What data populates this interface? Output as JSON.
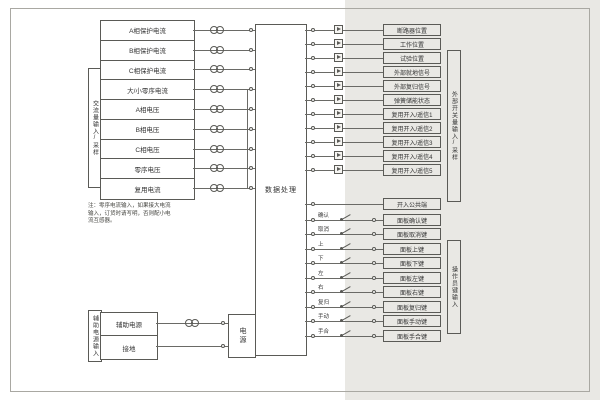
{
  "analog": {
    "group_label": "交流量输入/采样",
    "rows": [
      "A相保护电流",
      "B相保护电流",
      "C相保护电流",
      "大/小零序电流",
      "A相电压",
      "B相电压",
      "C相电压",
      "零序电压",
      "复用电流"
    ]
  },
  "processor": {
    "label": "数据处理"
  },
  "digital": {
    "group_label": "外部开关量输入/采样",
    "rows": [
      "断路器位置",
      "工作位置",
      "试验位置",
      "外部就地信号",
      "外部复归信号",
      "弹簧储能状态",
      "复用开入/遥信1",
      "复用开入/遥信2",
      "复用开入/遥信3",
      "复用开入/遥信4",
      "复用开入/遥信5"
    ],
    "common": "开入公共端"
  },
  "keys": {
    "group_label": "操作员键输入",
    "rows": [
      {
        "key": "确认",
        "panel": "面板确认键"
      },
      {
        "key": "取消",
        "panel": "面板取消键"
      },
      {
        "key": "上",
        "panel": "面板上键"
      },
      {
        "key": "下",
        "panel": "面板下键"
      },
      {
        "key": "左",
        "panel": "面板左键"
      },
      {
        "key": "右",
        "panel": "面板右键"
      },
      {
        "key": "复归",
        "panel": "面板复归键"
      },
      {
        "key": "手动",
        "panel": "面板手动键"
      },
      {
        "key": "手合",
        "panel": "面板手合键"
      }
    ]
  },
  "power": {
    "group_label": "辅助电源输入",
    "rows": [
      "辅助电源",
      "接地"
    ],
    "box_label": "电源"
  },
  "note": {
    "line1": "注：零序电流输入，如果接大电流",
    "line2": "输入，订货时请写明，否则配小电",
    "line3": "流互感器。"
  }
}
